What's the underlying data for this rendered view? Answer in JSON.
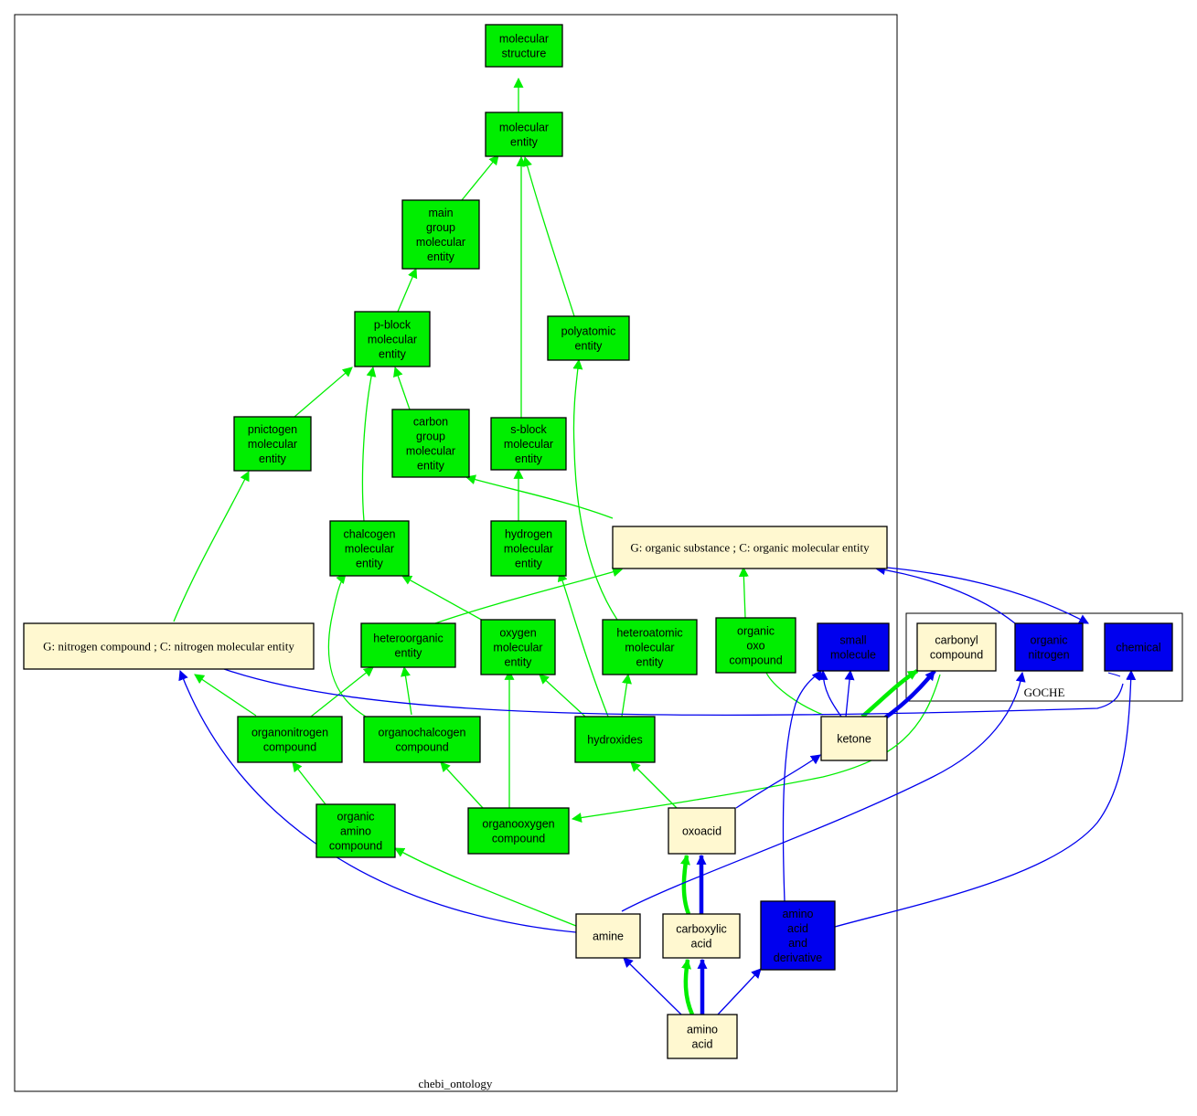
{
  "colors": {
    "green_fill": "#00ee00",
    "green_edge": "#00ee00",
    "blue_fill": "#0000ee",
    "blue_edge": "#0000ee",
    "cream_fill": "#fff8d0",
    "stroke": "#000000"
  },
  "clusters": {
    "chebi": {
      "label": "chebi_ontology"
    },
    "goche": {
      "label": "GOCHE"
    }
  },
  "nodes": {
    "molecular_structure": {
      "lines": [
        "molecular",
        "structure"
      ]
    },
    "molecular_entity": {
      "lines": [
        "molecular",
        "entity"
      ]
    },
    "main_group": {
      "lines": [
        "main",
        "group",
        "molecular",
        "entity"
      ]
    },
    "p_block": {
      "lines": [
        "p-block",
        "molecular",
        "entity"
      ]
    },
    "polyatomic": {
      "lines": [
        "polyatomic",
        "entity"
      ]
    },
    "pnictogen": {
      "lines": [
        "pnictogen",
        "molecular",
        "entity"
      ]
    },
    "carbon_group": {
      "lines": [
        "carbon",
        "group",
        "molecular",
        "entity"
      ]
    },
    "s_block": {
      "lines": [
        "s-block",
        "molecular",
        "entity"
      ]
    },
    "chalcogen": {
      "lines": [
        "chalcogen",
        "molecular",
        "entity"
      ]
    },
    "hydrogen": {
      "lines": [
        "hydrogen",
        "molecular",
        "entity"
      ]
    },
    "organic_substance": {
      "lines": [
        "G: organic substance ; C: organic molecular entity"
      ]
    },
    "nitrogen_compound": {
      "lines": [
        "G: nitrogen compound ; C: nitrogen molecular entity"
      ]
    },
    "heteroorganic": {
      "lines": [
        "heteroorganic",
        "entity"
      ]
    },
    "oxygen": {
      "lines": [
        "oxygen",
        "molecular",
        "entity"
      ]
    },
    "heteroatomic": {
      "lines": [
        "heteroatomic",
        "molecular",
        "entity"
      ]
    },
    "organic_oxo": {
      "lines": [
        "organic",
        "oxo",
        "compound"
      ]
    },
    "small_molecule": {
      "lines": [
        "small",
        "molecule"
      ]
    },
    "carbonyl": {
      "lines": [
        "carbonyl",
        "compound"
      ]
    },
    "organic_nitrogen": {
      "lines": [
        "organic",
        "nitrogen"
      ]
    },
    "chemical": {
      "lines": [
        "chemical"
      ]
    },
    "organonitrogen": {
      "lines": [
        "organonitrogen",
        "compound"
      ]
    },
    "organochalcogen": {
      "lines": [
        "organochalcogen",
        "compound"
      ]
    },
    "hydroxides": {
      "lines": [
        "hydroxides"
      ]
    },
    "ketone": {
      "lines": [
        "ketone"
      ]
    },
    "organic_amino": {
      "lines": [
        "organic",
        "amino",
        "compound"
      ]
    },
    "organooxygen": {
      "lines": [
        "organooxygen",
        "compound"
      ]
    },
    "oxoacid": {
      "lines": [
        "oxoacid"
      ]
    },
    "amine": {
      "lines": [
        "amine"
      ]
    },
    "carboxylic": {
      "lines": [
        "carboxylic",
        "acid"
      ]
    },
    "amino_acid_derivative": {
      "lines": [
        "amino",
        "acid",
        "and",
        "derivative"
      ]
    },
    "amino_acid": {
      "lines": [
        "amino",
        "acid"
      ]
    }
  }
}
